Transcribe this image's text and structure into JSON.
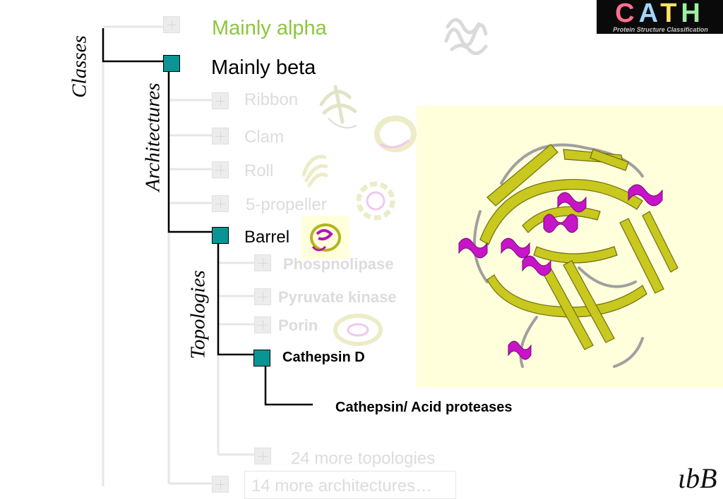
{
  "levels": {
    "classes": "Classes",
    "architectures": "Architectures",
    "topologies": "Topologies"
  },
  "classes": {
    "mainly_alpha": "Mainly alpha",
    "mainly_beta": "Mainly beta"
  },
  "architectures": {
    "ribbon": "Ribbon",
    "clam": "Clam",
    "roll": "Roll",
    "five_propeller": "5-propeller",
    "barrel": "Barrel",
    "more": "14 more architectures…"
  },
  "topologies": {
    "phospholipase": "Phospnolipase",
    "pyruvate_kinase": "Pyruvate kinase",
    "porin": "Porin",
    "cathepsin_d": "Cathepsin D",
    "more": "24 more topologies"
  },
  "homology": {
    "cathepsin_acid_proteases": "Cathepsin/ Acid proteases"
  },
  "logo": {
    "letters": [
      "C",
      "A",
      "T",
      "H"
    ],
    "letter_colors": [
      "#ff6f8f",
      "#9fd6ff",
      "#ffe066",
      "#9ff0a0"
    ],
    "subtitle": "Protein Structure Classification"
  },
  "colors": {
    "active_node": "#0a9494",
    "mainly_alpha": "#8cc63f",
    "helix": "#c814c8",
    "strand": "#c8c81e",
    "panel_bg": "#ffffdc"
  },
  "signature": "ibB"
}
